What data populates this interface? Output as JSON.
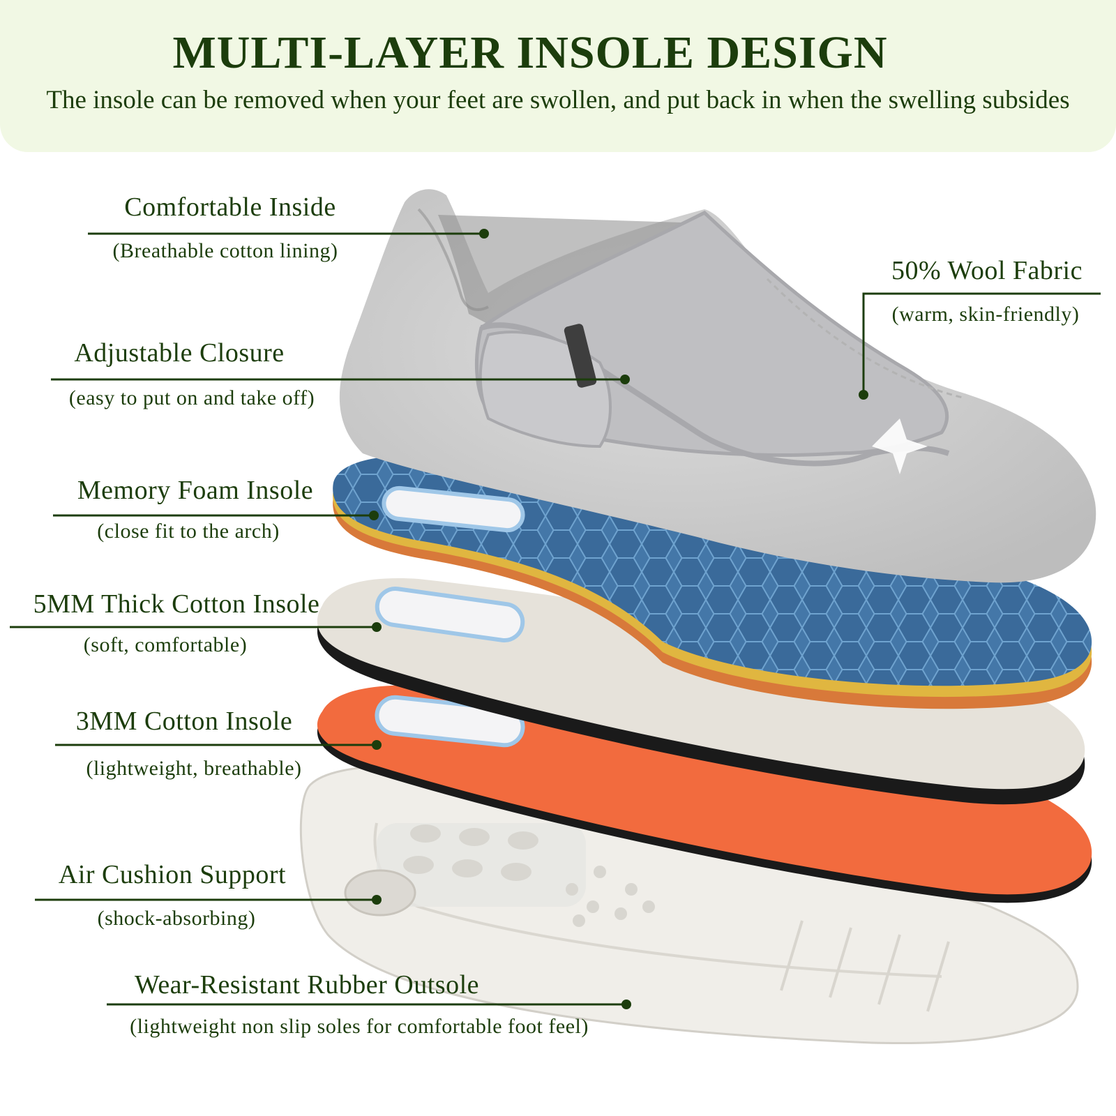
{
  "header": {
    "title": "MULTI-LAYER INSOLE DESIGN",
    "subtitle": "The insole can be removed when your feet are swollen, and put back in when the swelling subsides"
  },
  "callouts": [
    {
      "title": "Comfortable Inside",
      "detail": "(Breathable cotton lining)"
    },
    {
      "title": "50% Wool Fabric",
      "detail": "(warm, skin-friendly)"
    },
    {
      "title": "Adjustable Closure",
      "detail": "(easy to put on and take off)"
    },
    {
      "title": "Memory Foam Insole",
      "detail": "(close fit to the arch)"
    },
    {
      "title": "5MM Thick Cotton Insole",
      "detail": "(soft, comfortable)"
    },
    {
      "title": "3MM Cotton Insole",
      "detail": "(lightweight, breathable)"
    },
    {
      "title": "Air Cushion Support",
      "detail": "(shock-absorbing)"
    },
    {
      "title": "Wear-Resistant Rubber Outsole",
      "detail": "(lightweight non slip soles for comfortable foot feel)"
    }
  ],
  "colors": {
    "text": "#1c3d0c",
    "banner": "#f1f8e4",
    "wool": "#cfcfcf",
    "memory_foam": "#3f6f9e",
    "cotton_5mm": "#e6e2da",
    "cotton_3mm": "#f26b3e",
    "outsole": "#eeece8"
  }
}
